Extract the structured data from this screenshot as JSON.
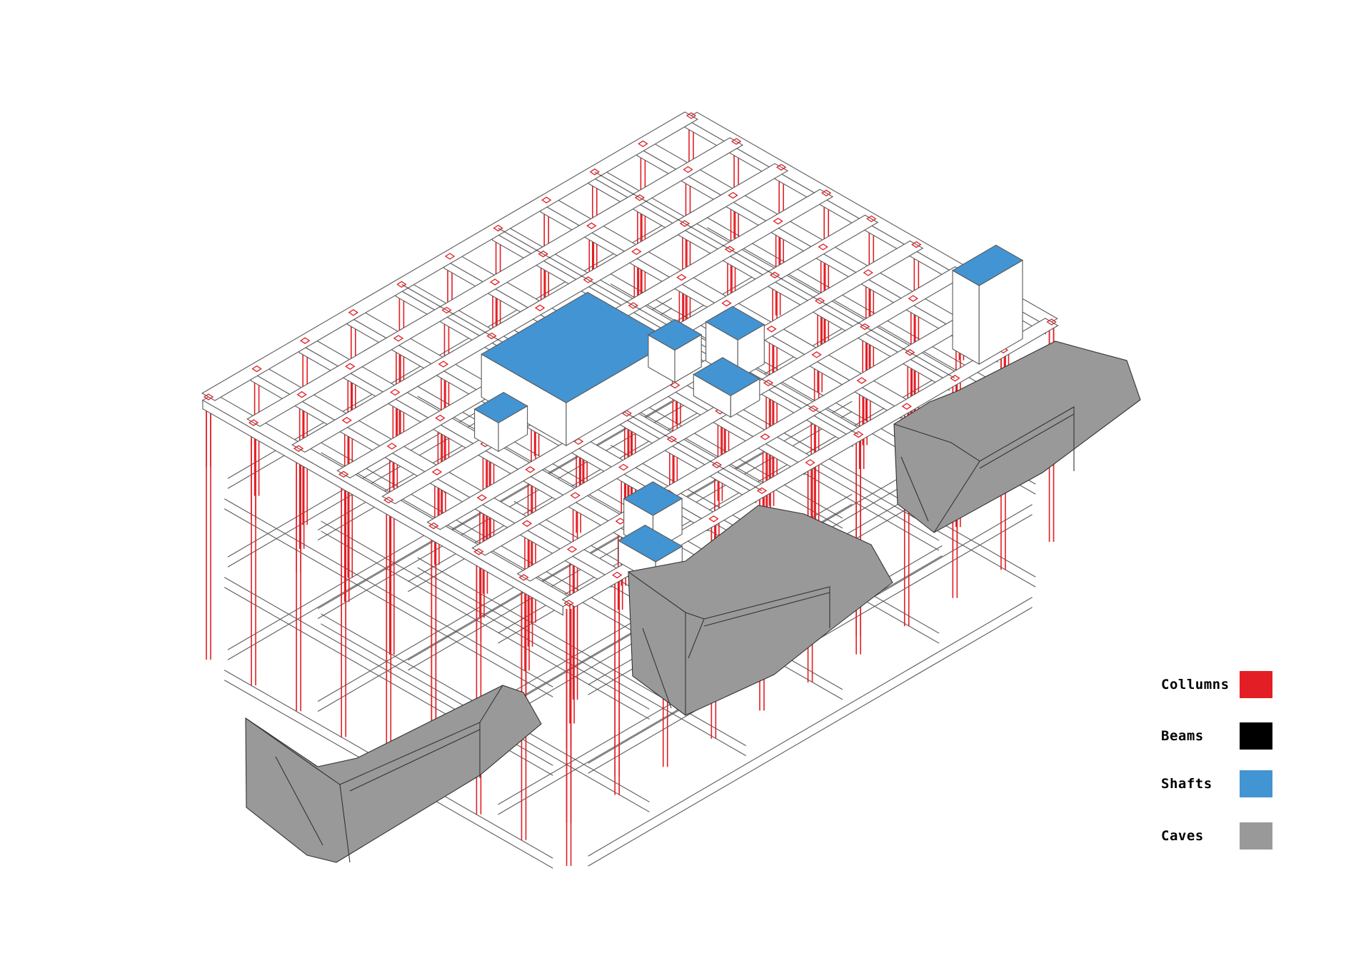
{
  "colors": {
    "columns": "#e31e24",
    "beams": "#000000",
    "shafts": "#4394d3",
    "caves": "#999999",
    "frame_fill": "#ffffff",
    "frame_stroke": "#5a5a5a"
  },
  "legend": {
    "items": [
      {
        "label": "Collumns",
        "color": "#e31e24"
      },
      {
        "label": "Beams",
        "color": "#000000"
      },
      {
        "label": "Shafts",
        "color": "#4394d3"
      },
      {
        "label": "Caves",
        "color": "#999999"
      }
    ]
  }
}
